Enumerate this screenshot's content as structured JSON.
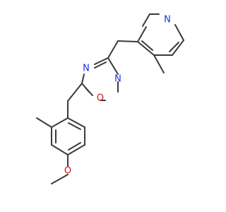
{
  "molecule": {
    "atoms": {
      "pyridine_n": {
        "symbol": "N",
        "color": "#2030e0"
      },
      "oxadiazole_n3": {
        "symbol": "N",
        "color": "#2030e0"
      },
      "oxadiazole_n2": {
        "symbol": "N",
        "color": "#2030e0"
      },
      "oxadiazole_o1": {
        "symbol": "O",
        "color": "#e01010"
      },
      "methoxy_o": {
        "symbol": "O",
        "color": "#e01010"
      }
    },
    "bond_color": "#3a3a3a",
    "background": "#ffffff"
  }
}
